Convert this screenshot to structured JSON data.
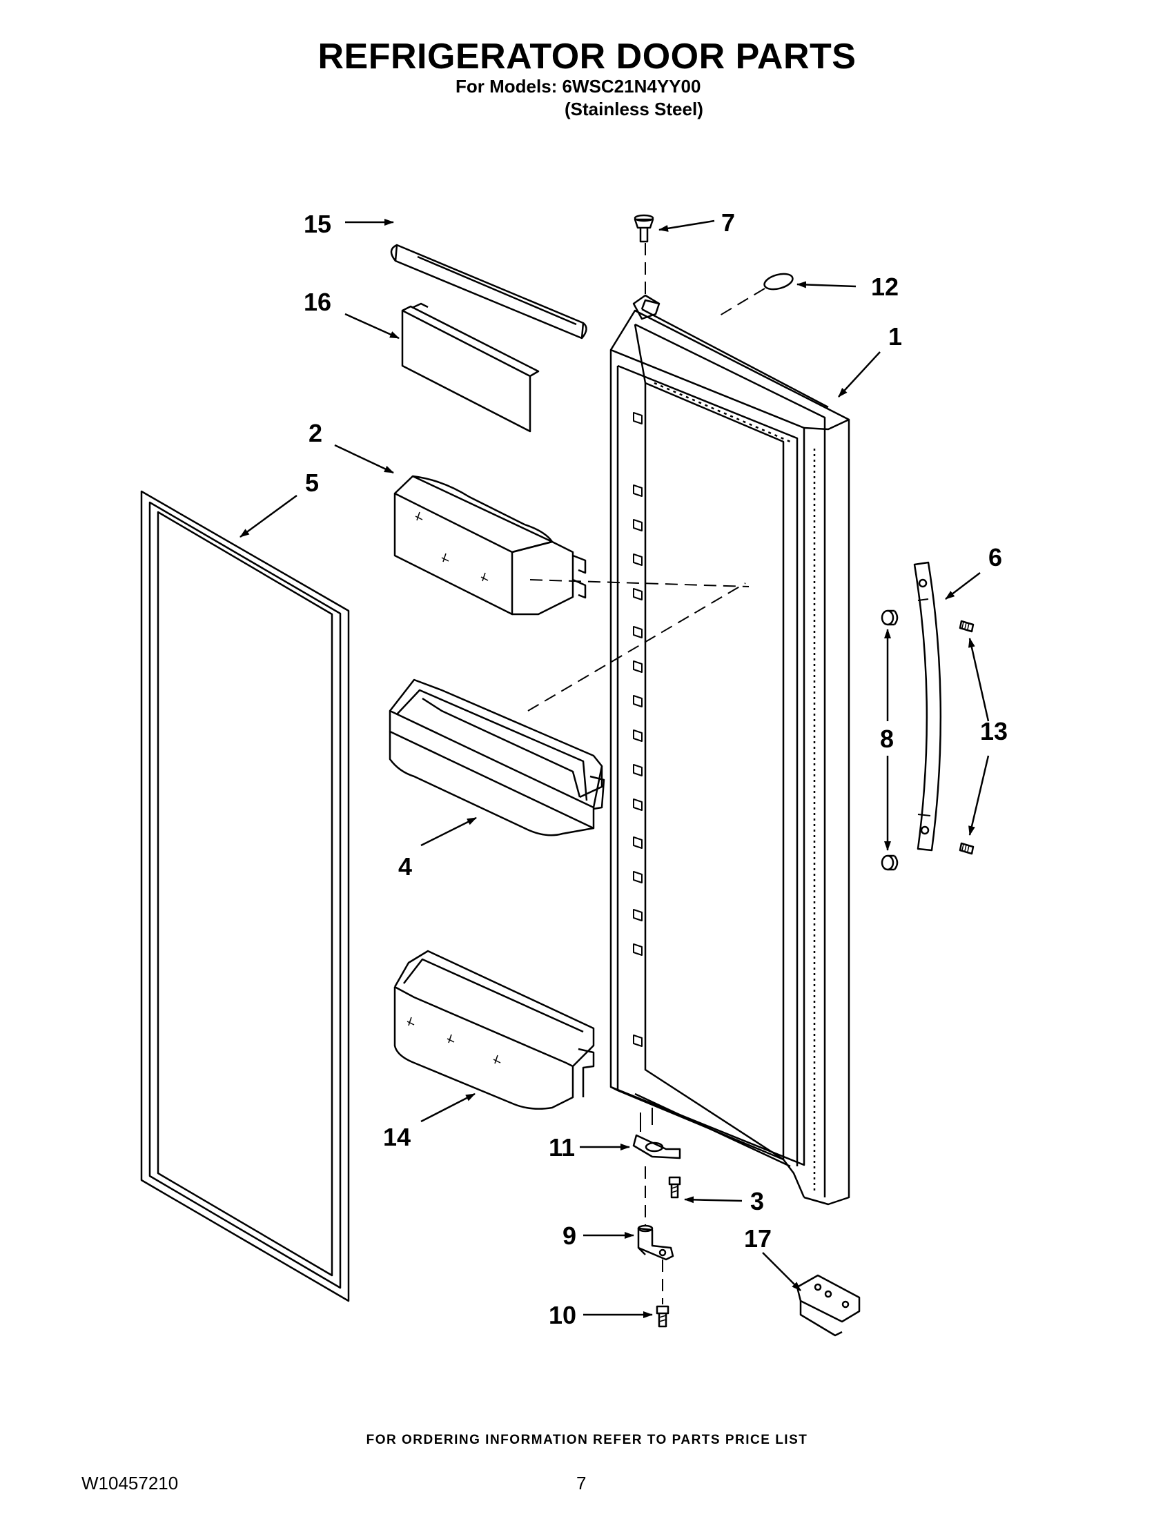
{
  "header": {
    "title": "REFRIGERATOR DOOR PARTS",
    "models_line": "For Models: 6WSC21N4YY00",
    "finish_line": "(Stainless Steel)"
  },
  "callouts": {
    "c1": "1",
    "c2": "2",
    "c3": "3",
    "c4": "4",
    "c5": "5",
    "c6": "6",
    "c7": "7",
    "c8": "8",
    "c9": "9",
    "c10": "10",
    "c11": "11",
    "c12": "12",
    "c13": "13",
    "c14": "14",
    "c15": "15",
    "c16": "16",
    "c17": "17"
  },
  "footer": {
    "ordering_note": "FOR ORDERING INFORMATION REFER TO PARTS PRICE LIST",
    "document_number": "W10457210",
    "page_number": "7"
  }
}
